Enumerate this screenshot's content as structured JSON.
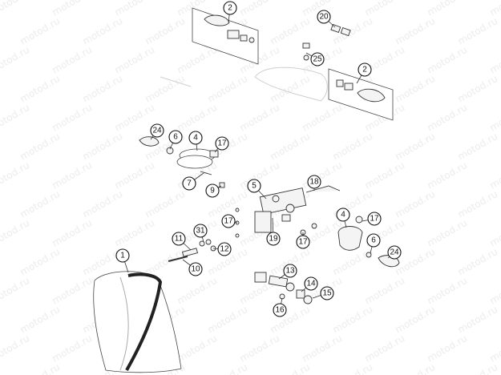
{
  "watermark": "motod.ru",
  "callouts": [
    {
      "label": "2"
    },
    {
      "label": "20"
    },
    {
      "label": "25"
    },
    {
      "label": "2"
    },
    {
      "label": "24"
    },
    {
      "label": "6"
    },
    {
      "label": "4"
    },
    {
      "label": "17"
    },
    {
      "label": "7"
    },
    {
      "label": "9"
    },
    {
      "label": "5"
    },
    {
      "label": "18"
    },
    {
      "label": "17"
    },
    {
      "label": "19"
    },
    {
      "label": "17"
    },
    {
      "label": "4"
    },
    {
      "label": "17"
    },
    {
      "label": "11"
    },
    {
      "label": "31"
    },
    {
      "label": "12"
    },
    {
      "label": "10"
    },
    {
      "label": "6"
    },
    {
      "label": "24"
    },
    {
      "label": "1"
    },
    {
      "label": "13"
    },
    {
      "label": "14"
    },
    {
      "label": "15"
    },
    {
      "label": "16"
    }
  ]
}
